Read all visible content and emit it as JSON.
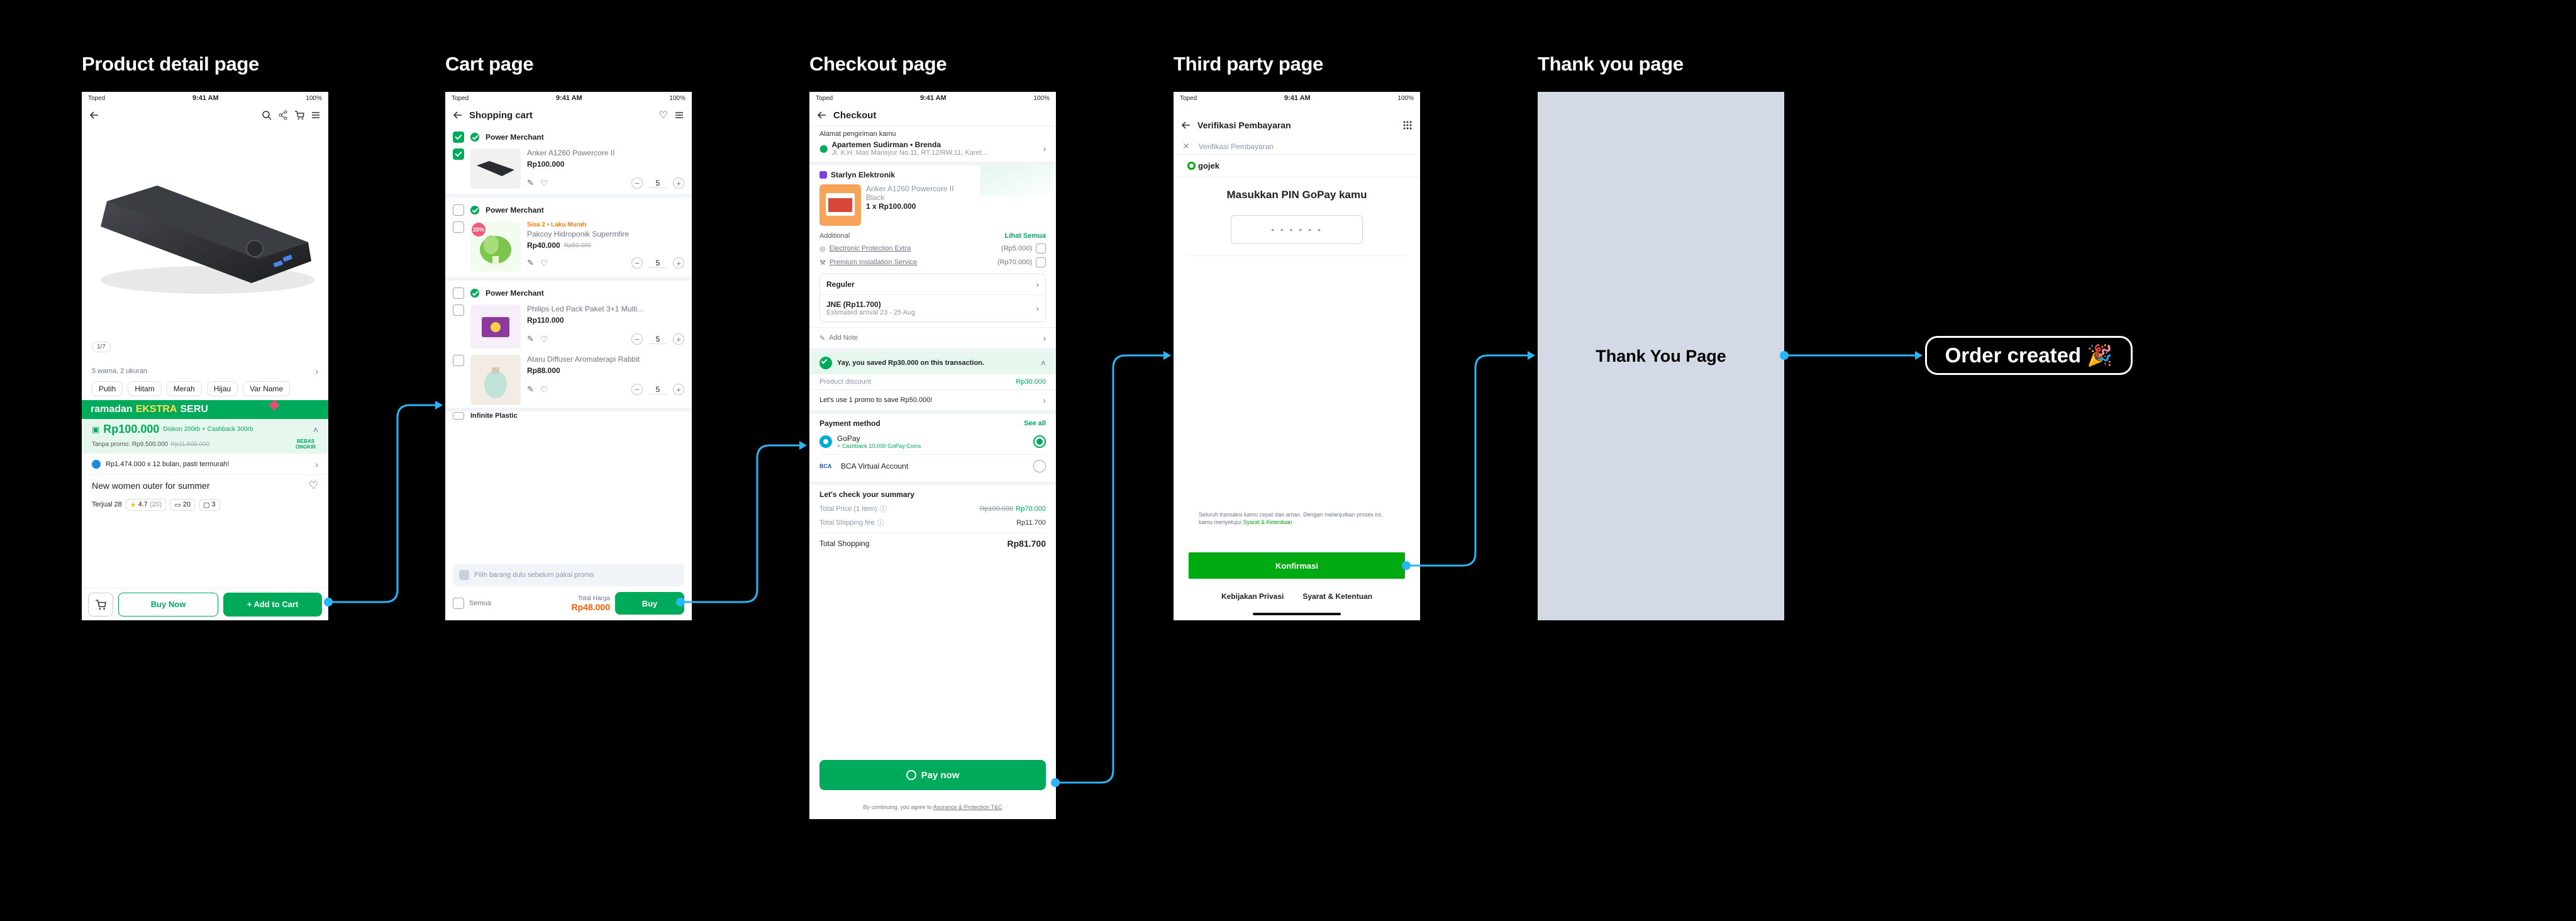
{
  "screens": {
    "product": {
      "title": "Product detail page",
      "status": {
        "carrier": "Toped",
        "time": "9:41 AM",
        "battery": "100%"
      },
      "image_counter": "1/7",
      "variant_summary": "5 warna, 2 ukuran",
      "variants": [
        "Putih",
        "Hitam",
        "Merah",
        "Hijau",
        "Var Name"
      ],
      "banner": {
        "prefix": "ramadan",
        "emph": "EKSTRA",
        "suffix": "SERU"
      },
      "price": "Rp100.000",
      "price_note": "Diskon 200rb + Cashback 300rb",
      "promo_line": "Tanpa promo: Rp9.500.000",
      "promo_strike": "Rp11.500.000",
      "promo_tag": "BEBAS ONGKIR",
      "installment": "Rp1.474.000 x 12 bulan, pasti termurah!",
      "name": "New women outer for summer",
      "sold": "Terjual 28",
      "rating": "4.7",
      "rating_count": "(20)",
      "photos": "20",
      "discussions": "3",
      "buy_now": "Buy Now",
      "add_to_cart": "+ Add to Cart"
    },
    "cart": {
      "title": "Cart page",
      "status": {
        "carrier": "Toped",
        "time": "9:41 AM",
        "battery": "100%"
      },
      "header": "Shopping cart",
      "shop_label": "Power Merchant",
      "items": [
        {
          "name": "Anker A1260 Powercore II",
          "price": "Rp100.000",
          "qty": "5",
          "stock": "",
          "old_price": "",
          "discount": ""
        },
        {
          "name": "Pakcoy Hidroponik Supermfire",
          "price": "Rp40.000",
          "qty": "5",
          "stock": "Sisa 2 • Laku Murah",
          "old_price": "Rp50.000",
          "discount": "20%"
        },
        {
          "name": "Philips Led Pack Paket 3+1 Multi...",
          "price": "Rp110.000",
          "qty": "5",
          "stock": "",
          "old_price": "",
          "discount": ""
        },
        {
          "name": "Ataru Diffuser Aromaterapi Rabbit",
          "price": "Rp88.000",
          "qty": "5",
          "stock": "",
          "old_price": "",
          "discount": ""
        }
      ],
      "next_shop_peek": "Infinite Plastic",
      "promo_hint": "Pilih barang dulu sebelum pakai promo",
      "select_all": "Semua",
      "total_label": "Total Harga",
      "total": "Rp48.000",
      "buy": "Buy"
    },
    "checkout": {
      "title": "Checkout page",
      "status": {
        "carrier": "Toped",
        "time": "9:41 AM",
        "battery": "100%"
      },
      "header": "Checkout",
      "address_label": "Alamat pengiriman kamu",
      "address_name": "Apartemen Sudirman • Brenda",
      "address_line": "Jl. K.H. Mas Mansyur No.11, RT.12/RW.11, Karet...",
      "shop": "Starlyn Elektronik",
      "item_name": "Anker A1260 Powercore II",
      "item_variant": "Black",
      "item_qty_price": "1 x Rp100.000",
      "additional_label": "Additional",
      "see_all": "Lihat Semua",
      "protection": "Electronic Protection Extra",
      "protection_price": "(Rp5.000)",
      "installation": "Premium Installation Service",
      "installation_price": "(Rp70.000)",
      "shipping_type": "Reguler",
      "courier": "JNE (Rp11.700)",
      "arrival": "Estimated arrival 23 - 25 Aug",
      "note": "Add Note",
      "saved_msg": "Yay, you saved Rp30.000 on this transaction.",
      "product_discount_label": "Product discount",
      "product_discount": "Rp30.000",
      "promo_use": "Let's use 1 promo to save Rp50.000!",
      "payment_label": "Payment method",
      "payment_see_all": "See all",
      "gopay": "GoPay",
      "gopay_note": "+ Cashback 10.000 GoPay Coins",
      "bca": "BCA Virtual Account",
      "bca_logo": "BCA",
      "summary_label": "Let's check your summary",
      "total_price_label": "Total Price (1 item)",
      "total_price_old": "Rp100.000",
      "total_price": "Rp70.000",
      "shipping_fee_label": "Total Shipping fee",
      "shipping_fee": "Rp11.700",
      "total_shopping_label": "Total Shopping",
      "total_shopping": "Rp81.700",
      "pay_now": "Pay now",
      "terms_prefix": "By continuing, you agree to",
      "terms_link": "Asurance & Protection T&C"
    },
    "third_party": {
      "title": "Third party page",
      "status": {
        "carrier": "Toped",
        "time": "9:41 AM",
        "battery": "100%"
      },
      "header": "Verifikasi Pembayaran",
      "subheader": "Verifikasi Pembayaran",
      "brand": "gojek",
      "pin_title": "Masukkan PIN GoPay kamu",
      "pin_mask": "• • • • • •",
      "disclaimer": "Seluruh transaksi kamu cepat dan aman. Dengan melanjutkan proses ini, kamu menyetujui",
      "disclaimer_link": "Syarat & Ketentuan",
      "confirm": "Konfirmasi",
      "privacy": "Kebijakan Privasi",
      "terms": "Syarat & Ketentuan"
    },
    "thank_you": {
      "title": "Thank you page",
      "label": "Thank You Page"
    }
  },
  "order_created": "Order created 🎉",
  "colors": {
    "green": "#00aa5b",
    "connector": "#29b6f6",
    "thankyou_bg": "#d4d9e6"
  }
}
